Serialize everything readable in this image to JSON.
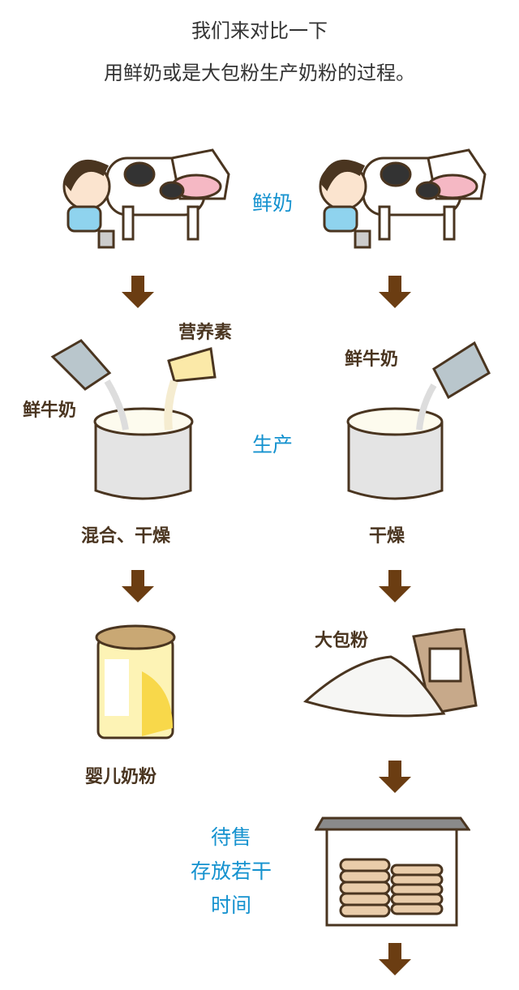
{
  "title": {
    "line1": "我们来对比一下",
    "line2": "用鲜奶或是大包粉生产奶粉的过程。"
  },
  "stages": {
    "milk": "鲜奶",
    "production": "生产",
    "storage": [
      "待售",
      "存放若干",
      "时间"
    ]
  },
  "left": {
    "nutrient_label": "营养素",
    "milk_label": "鲜牛奶",
    "process_label": "混合、干燥",
    "product_label": "婴儿奶粉"
  },
  "right": {
    "milk_label": "鲜牛奶",
    "process_label": "干燥",
    "product_label": "大包粉"
  },
  "colors": {
    "accent": "#1592cf",
    "arrow": "#6b3d12",
    "text": "#4a3520"
  }
}
